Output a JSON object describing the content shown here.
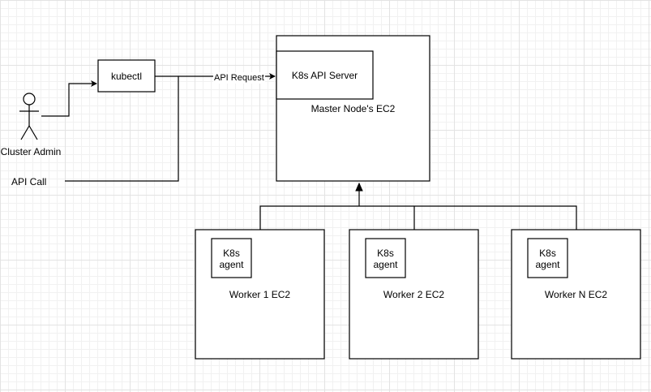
{
  "diagram": {
    "actor": {
      "label": "Cluster Admin"
    },
    "api_call_label": "API Call",
    "kubectl": {
      "label": "kubectl"
    },
    "api_request_label": "API Request",
    "master": {
      "label": "Master Node's EC2",
      "api_server_label": "K8s API Server"
    },
    "workers": [
      {
        "label": "Worker 1 EC2",
        "agent_label_line1": "K8s",
        "agent_label_line2": "agent"
      },
      {
        "label": "Worker 2 EC2",
        "agent_label_line1": "K8s",
        "agent_label_line2": "agent"
      },
      {
        "label": "Worker N EC2",
        "agent_label_line1": "K8s",
        "agent_label_line2": "agent"
      }
    ]
  }
}
